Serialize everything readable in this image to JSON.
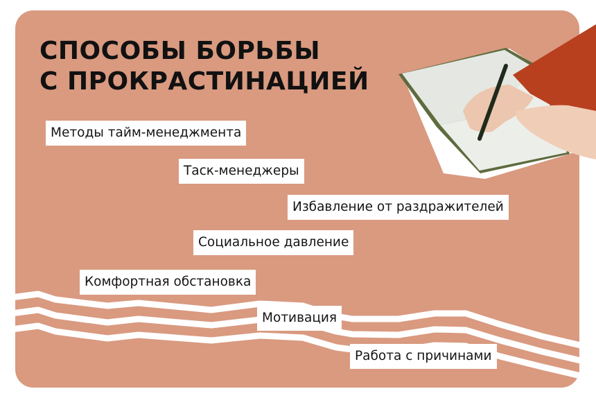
{
  "title": {
    "line1": "СПОСОБЫ БОРЬБЫ",
    "line2": "С ПРОКРАСТИНАЦИЕЙ"
  },
  "items": [
    {
      "label": "Методы тайм-менеджмента"
    },
    {
      "label": "Таск-менеджеры"
    },
    {
      "label": "Избавление от раздражителей"
    },
    {
      "label": "Социальное давление"
    },
    {
      "label": "Комфортная обстановка"
    },
    {
      "label": "Мотивация"
    },
    {
      "label": "Работа с причинами"
    }
  ],
  "colors": {
    "background": "#d99a80",
    "tag": "#ffffff",
    "text": "#151515"
  }
}
